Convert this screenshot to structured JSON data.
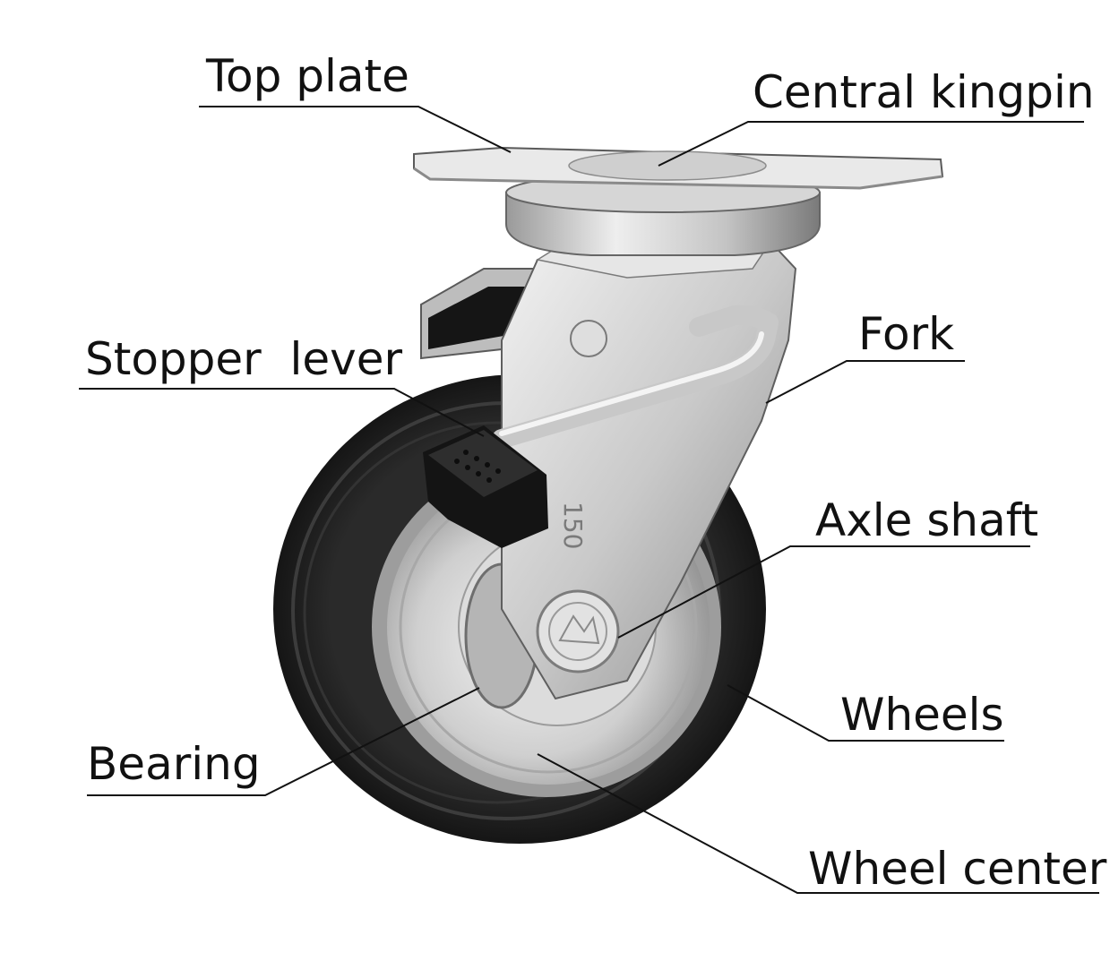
{
  "labels": {
    "top_plate": "Top plate",
    "central_kingpin": "Central kingpin",
    "fork": "Fork",
    "stopper_lever": "Stopper  lever",
    "axle_shaft": "Axle shaft",
    "wheels": "Wheels",
    "bearing": "Bearing",
    "wheel_center": "Wheel center"
  },
  "wheel_marking": "150",
  "colors": {
    "tire": "#1a1a1a",
    "metal_light": "#e4e4e4",
    "metal_mid": "#b8b8b8",
    "metal_dark": "#6e6e6e",
    "line": "#111111"
  }
}
